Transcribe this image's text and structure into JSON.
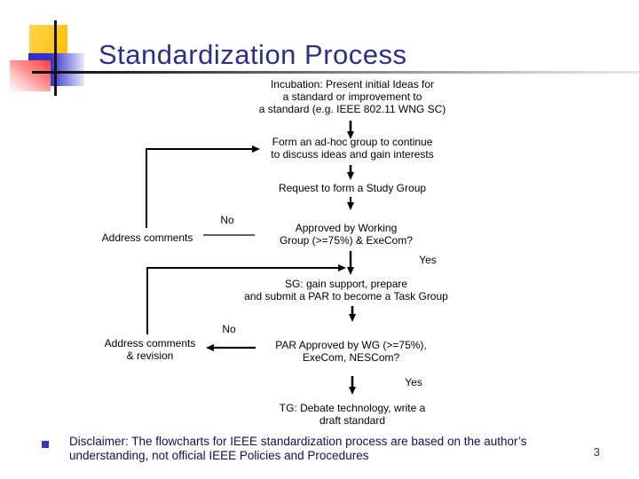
{
  "slide": {
    "title": "Standardization Process",
    "page_number": "3"
  },
  "flowchart": {
    "nodes": {
      "incubation": "Incubation: Present initial Ideas for\na standard or improvement to\na standard (e.g. IEEE 802.11 WNG SC)",
      "adhoc": "Form an ad-hoc group to continue\nto discuss ideas and gain interests",
      "request": "Request to form a Study Group",
      "wg_approval": "Approved by Working\nGroup (>=75%) & ExeCom?",
      "address_comments": "Address comments",
      "sg": "SG: gain support, prepare\nand submit a PAR to become a Task Group",
      "par_approval": "PAR Approved by WG (>=75%),\nExeCom, NESCom?",
      "address_comments_revision": "Address comments\n& revision",
      "tg": "TG: Debate technology, write a\ndraft standard"
    },
    "labels": {
      "no_1": "No",
      "yes_1": "Yes",
      "no_2": "No",
      "yes_2": "Yes"
    }
  },
  "footer": {
    "disclaimer": "Disclaimer: The flowcharts for IEEE standardization process are based on the author’s\nunderstanding, not official IEEE Policies and Procedures"
  },
  "colors": {
    "title_color": "#2f2f87",
    "accent_yellow": "#fdbf00",
    "accent_blue": "#3333cc",
    "accent_pink": "#ff4040",
    "bullet_blue": "#3333cc",
    "text_color": "#000000",
    "footer_text_color": "#10104e"
  }
}
